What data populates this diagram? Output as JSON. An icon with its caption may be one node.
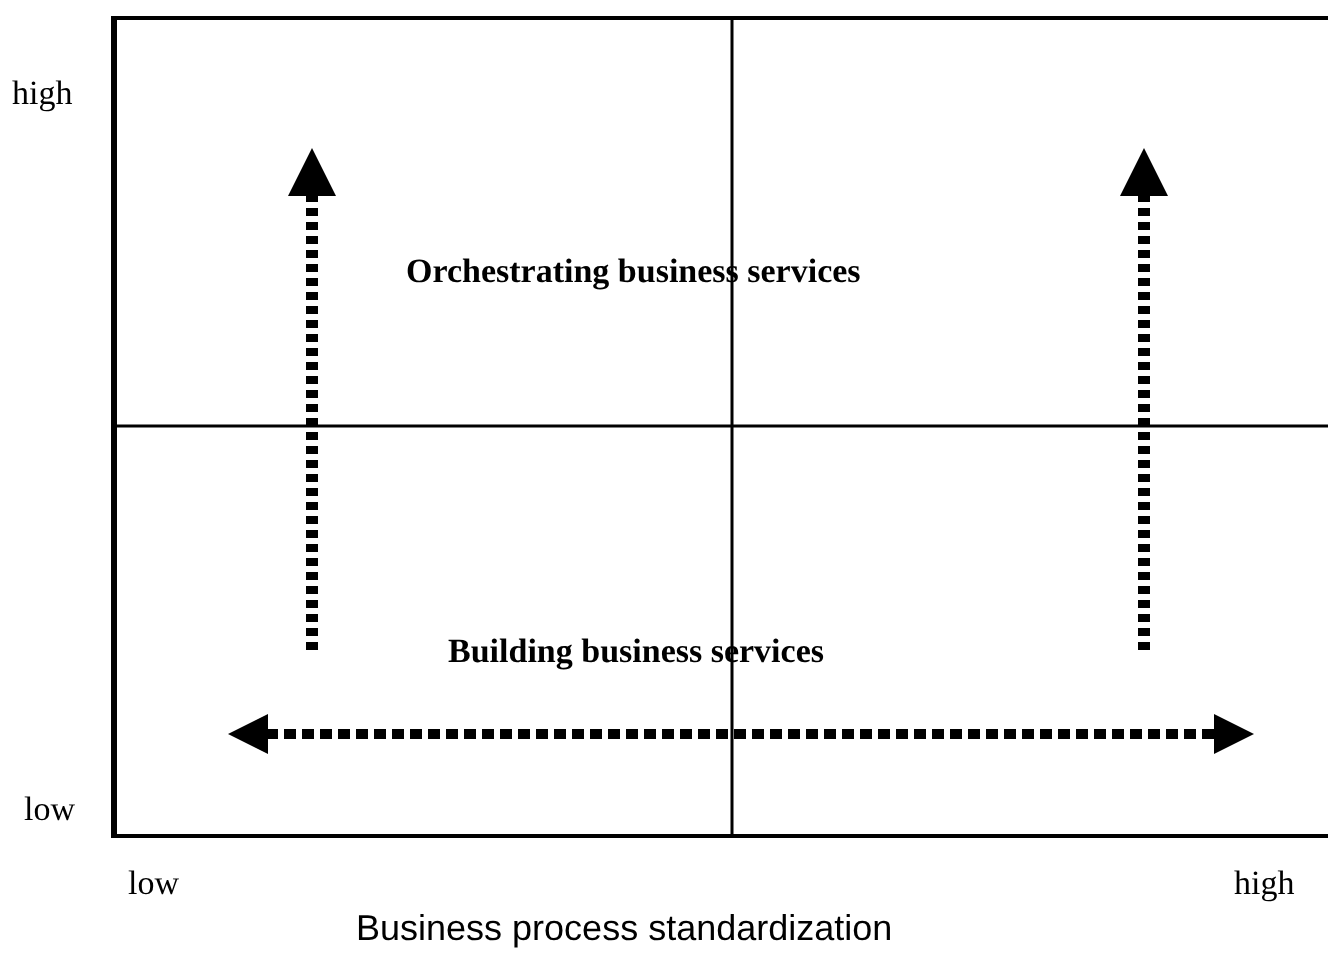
{
  "diagram": {
    "labels": [
      "high",
      "Orchestrating business services",
      "Building business services",
      "low",
      "low",
      "high",
      "Business process standardization"
    ]
  }
}
